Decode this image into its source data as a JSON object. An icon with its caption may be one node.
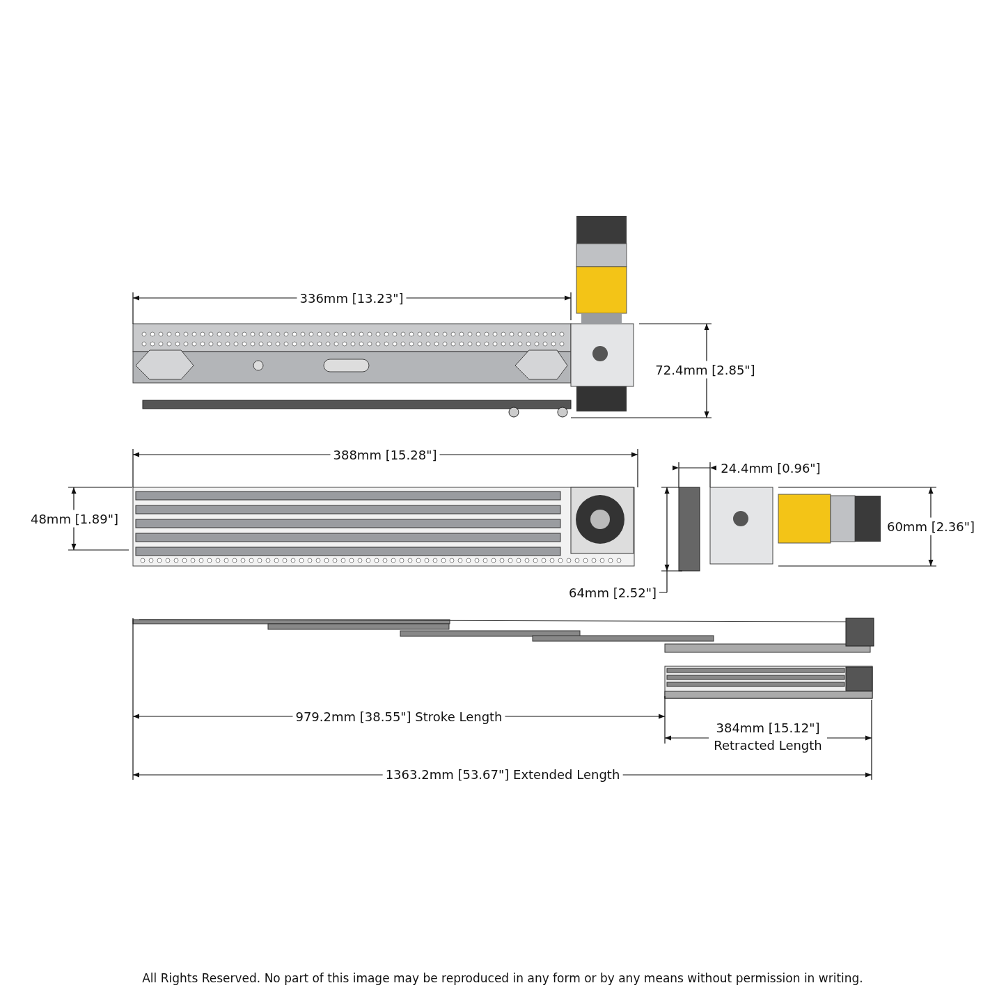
{
  "diagram": {
    "labels": [
      "336mm [13.23\"]",
      "72.4mm [2.85\"]",
      "388mm [15.28\"]",
      "24.4mm [0.96\"]",
      "48mm [1.89\"]",
      "60mm [2.36\"]",
      "64mm [2.52\"]",
      "979.2mm [38.55\"] Stroke Length",
      "384mm [15.12\"] Retracted Length",
      "1363.2mm [53.67\"] Extended Length",
      "All Rights Reserved. No part of this image may be reproduced in any form or by any means without permission in writing."
    ]
  }
}
